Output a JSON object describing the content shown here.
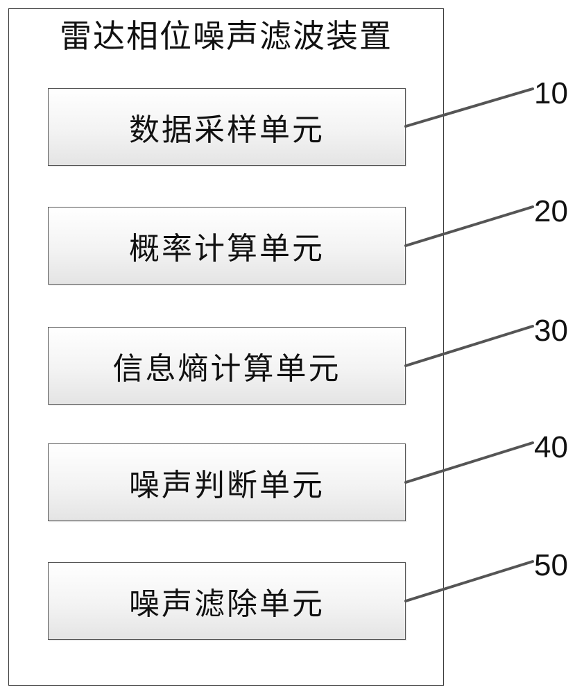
{
  "title": "雷达相位噪声滤波装置",
  "units": [
    {
      "label": "数据采样单元",
      "ref": "10"
    },
    {
      "label": "概率计算单元",
      "ref": "20"
    },
    {
      "label": "信息熵计算单元",
      "ref": "30"
    },
    {
      "label": "噪声判断单元",
      "ref": "40"
    },
    {
      "label": "噪声滤除单元",
      "ref": "50"
    }
  ]
}
